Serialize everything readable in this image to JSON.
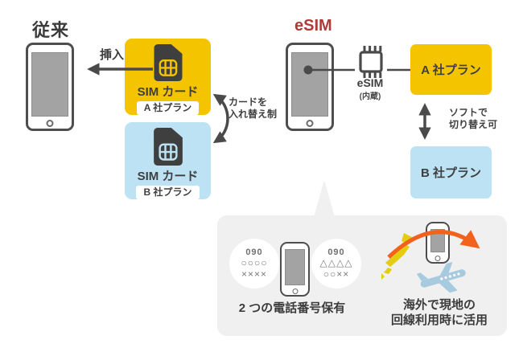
{
  "left_section": {
    "title": "従来",
    "insert_label": "挿入",
    "sim_card_a": {
      "label": "SIM カード",
      "plan": "A 社プラン"
    },
    "sim_card_b": {
      "label": "SIM カード",
      "plan": "B 社プラン"
    },
    "swap_note": "カードを\n入れ替え制"
  },
  "right_section": {
    "title": "eSIM",
    "chip_label": "eSIM",
    "chip_sub": "(内蔵)",
    "plan_a": "A 社プラン",
    "plan_b": "B 社プラン",
    "switch_note": "ソフトで\n切り替え可"
  },
  "panel": {
    "phone_numbers": {
      "left_circle": {
        "line1": "090",
        "line2": "○○○○",
        "line3": "××××"
      },
      "right_circle": {
        "line1": "090",
        "line2": "△△△△",
        "line3": "○○××"
      },
      "caption": "2 つの電話番号保有"
    },
    "overseas": {
      "caption": "海外で現地の\n回線利用時に活用"
    }
  },
  "icons": {
    "sim_card": "sim-card-icon",
    "esim_chip": "esim-chip-icon",
    "japan_map": "japan-map-icon",
    "airplane": "airplane-icon",
    "smartphone": "smartphone-icon"
  },
  "colors": {
    "accent_yellow": "#f5c400",
    "accent_light_blue": "#bde2f4",
    "dark_gray": "#4a4a4a",
    "esim_title_red": "#b03a37",
    "panel_gray": "#f0f0f0",
    "arrow_orange": "#f2621d",
    "map_yellow": "#e4cd0f",
    "plane_blue": "#a7cadf"
  }
}
